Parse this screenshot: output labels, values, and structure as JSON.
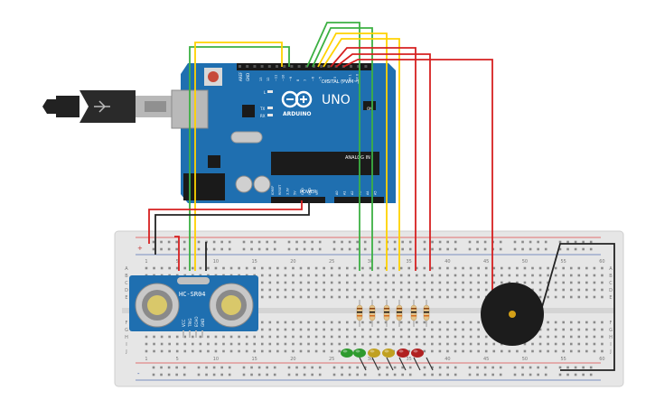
{
  "arduino": {
    "brand": "ARDUINO",
    "model": "UNO",
    "digital_header": "DIGITAL (PWM~)",
    "power_label": "POWER",
    "analog_label": "ANALOG IN",
    "pin_aref": "AREF",
    "pin_gnd": "GND",
    "led_l": "L",
    "led_tx": "TX",
    "led_rx": "RX",
    "led_on": "ON",
    "digital_pins": [
      "13",
      "12",
      "~11",
      "~10",
      "~9",
      "8",
      "7",
      "~6",
      "~5",
      "4",
      "~3",
      "2",
      "TX 1",
      "RX 0"
    ],
    "power_pins": [
      "IOREF",
      "RESET",
      "3.3V",
      "5V",
      "GND",
      "GND",
      "Vin"
    ],
    "analog_pins": [
      "A0",
      "A1",
      "A2",
      "A3",
      "A4",
      "A5"
    ]
  },
  "sensor": {
    "model": "HC-SR04",
    "pins": [
      "VCC",
      "TRIG",
      "ECHO",
      "GND"
    ]
  },
  "breadboard": {
    "column_labels_top": [
      "1",
      "5",
      "10",
      "15",
      "20",
      "25",
      "30",
      "35",
      "40",
      "45",
      "50",
      "55",
      "60"
    ],
    "column_labels_bottom": [
      "1",
      "5",
      "10",
      "15",
      "20",
      "25",
      "30",
      "35",
      "40",
      "45",
      "50",
      "55",
      "60"
    ],
    "row_labels_top": [
      "A",
      "B",
      "C",
      "D",
      "E"
    ],
    "row_labels_bottom": [
      "F",
      "G",
      "H",
      "I",
      "J"
    ],
    "rail_plus": "+",
    "rail_minus": "-"
  },
  "components": {
    "resistor_count": 6,
    "leds": [
      {
        "color": "#2e9a2e"
      },
      {
        "color": "#2e9a2e"
      },
      {
        "color": "#c0a020"
      },
      {
        "color": "#c0a020"
      },
      {
        "color": "#b02020"
      },
      {
        "color": "#b02020"
      }
    ],
    "buzzer": "piezo"
  },
  "colors": {
    "board": "#1f6fb0",
    "wire_green": "#3cb043",
    "wire_yellow": "#ffd200",
    "wire_red": "#d62020",
    "wire_black": "#222222",
    "breadboard": "#e8e8e8"
  }
}
